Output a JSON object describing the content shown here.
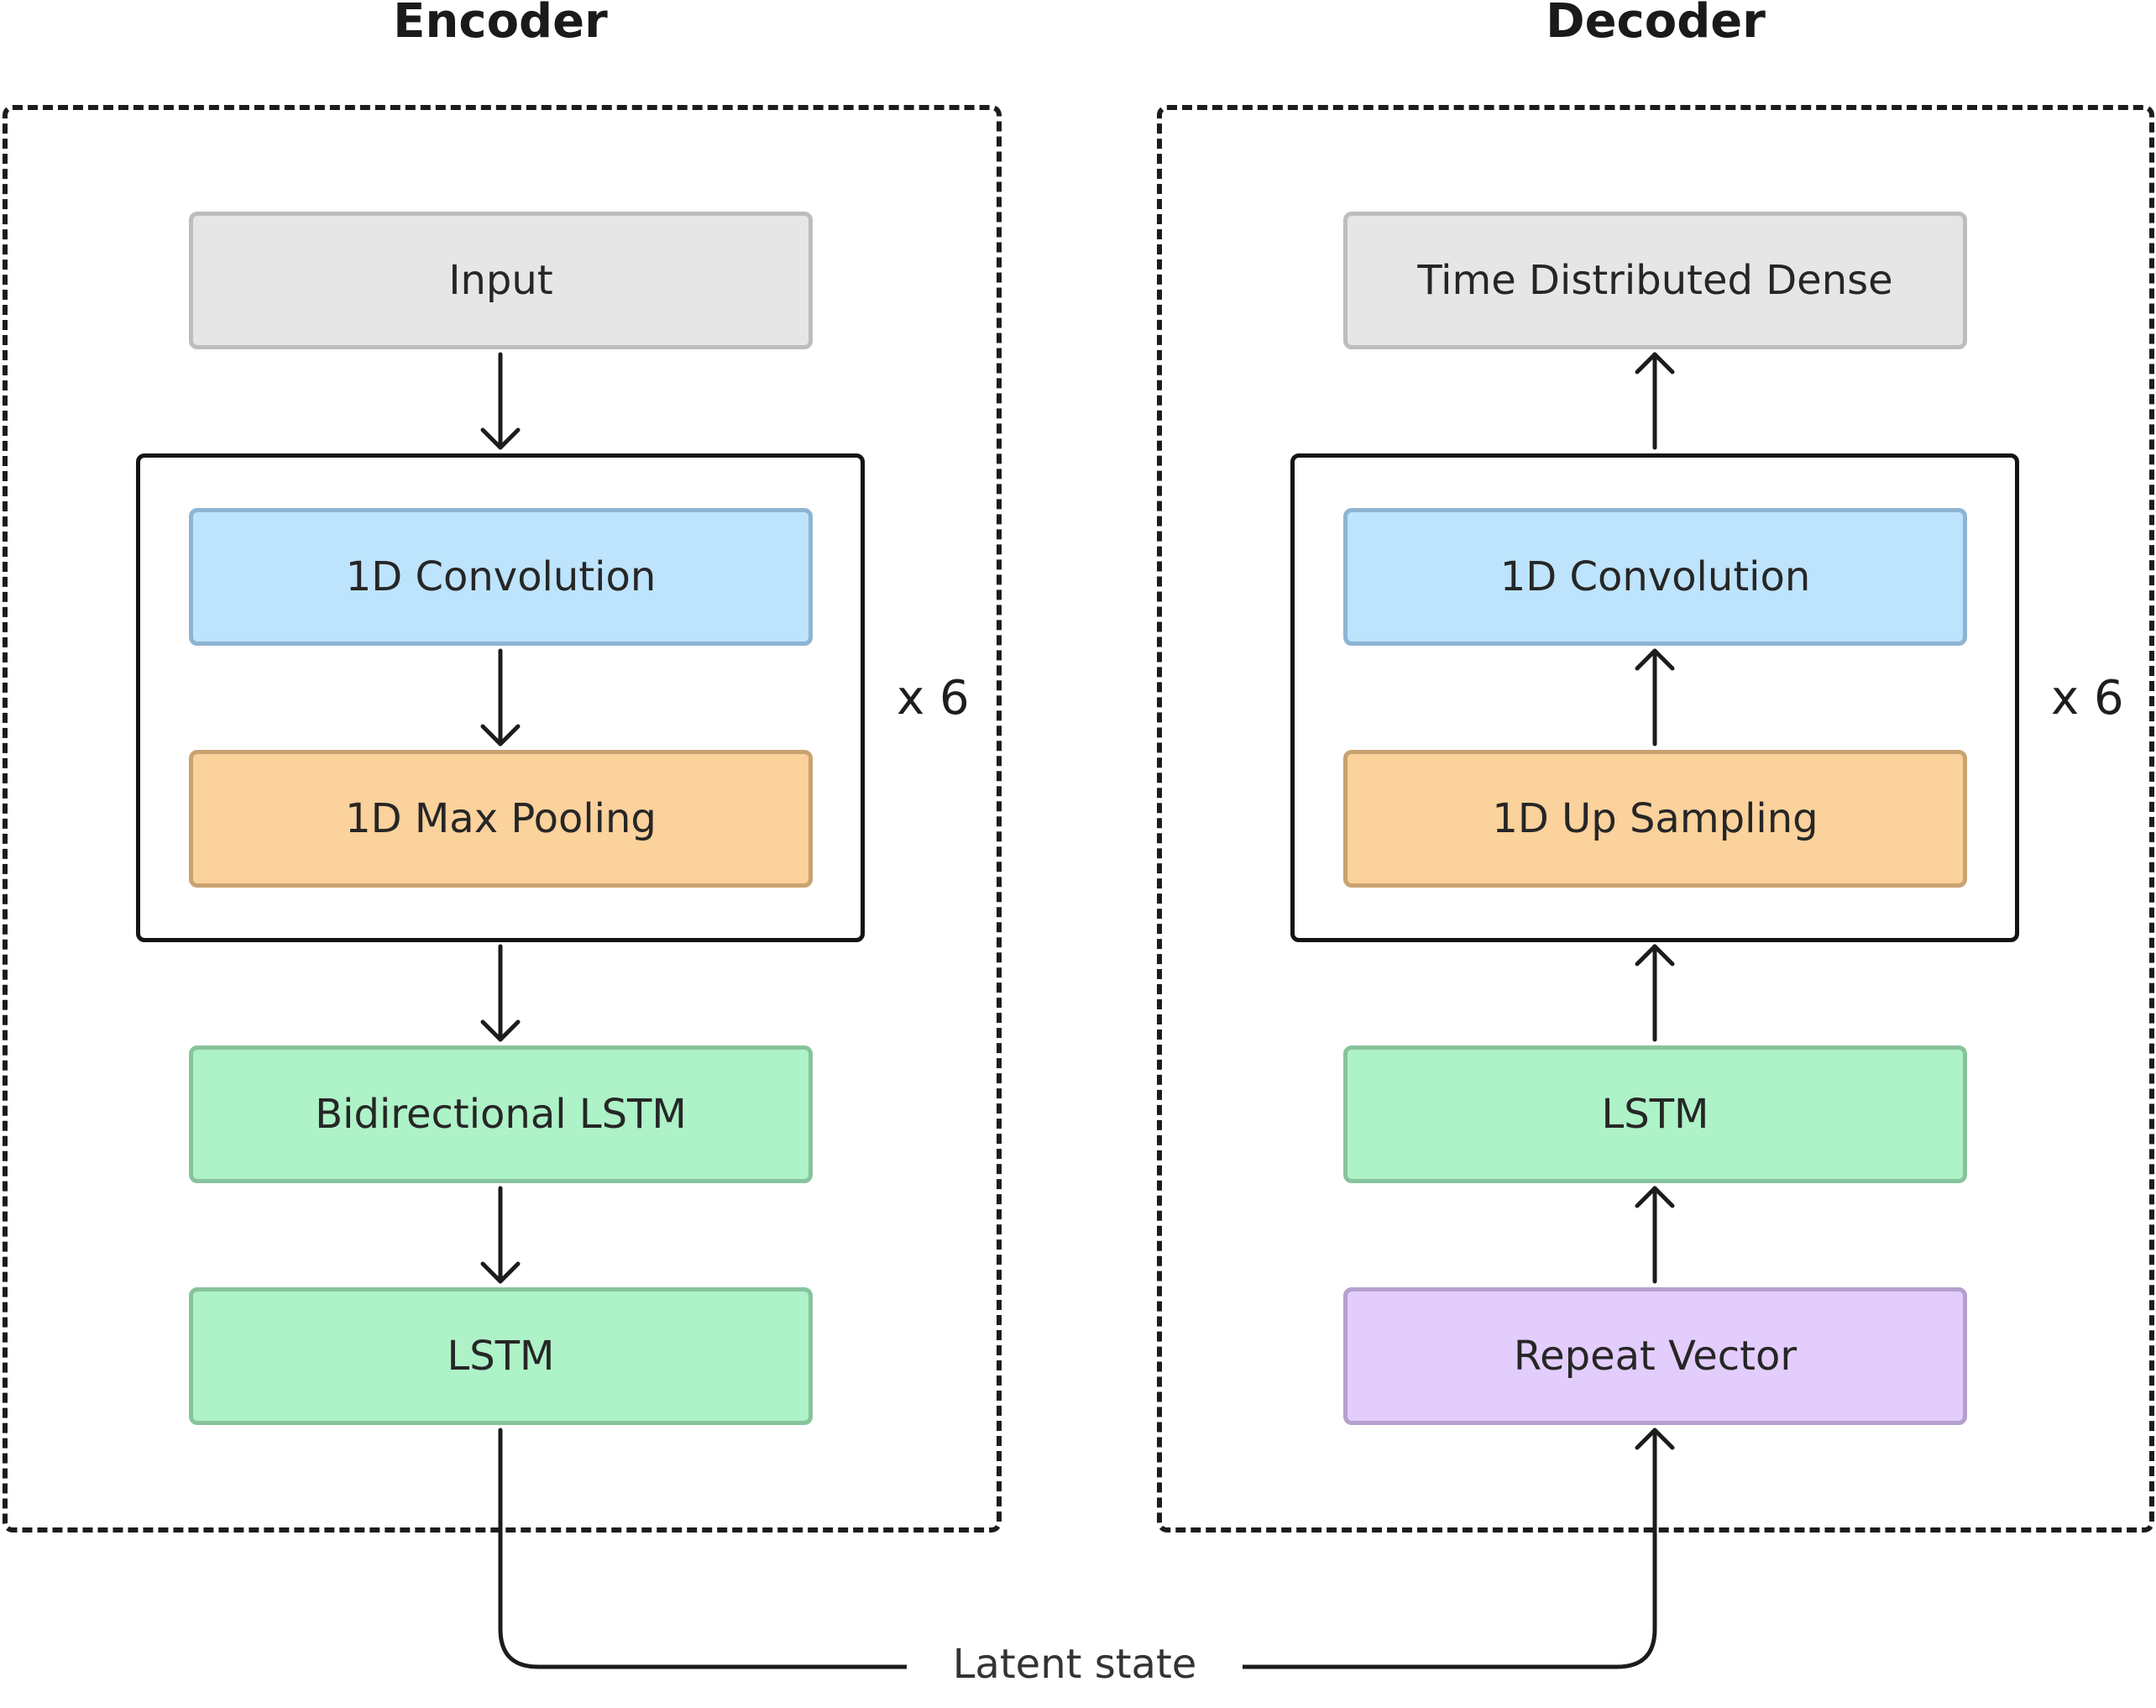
{
  "encoder": {
    "title": "Encoder",
    "layers": {
      "input": "Input",
      "conv": "1D Convolution",
      "pool": "1D Max Pooling",
      "bilstm": "Bidirectional LSTM",
      "lstm": "LSTM"
    },
    "repeat": "x 6"
  },
  "decoder": {
    "title": "Decoder",
    "layers": {
      "output": "Time Distributed Dense",
      "conv": "1D Convolution",
      "upsample": "1D Up Sampling",
      "lstm": "LSTM",
      "repeat_vector": "Repeat Vector"
    },
    "repeat": "x 6"
  },
  "latent": "Latent state",
  "colors": {
    "gray": "#e6e6e6",
    "blue": "#bde3fd",
    "orange": "#fbd19c",
    "green": "#aef2c7",
    "purple": "#e3cdfc",
    "stroke": "#1c1c1c"
  }
}
